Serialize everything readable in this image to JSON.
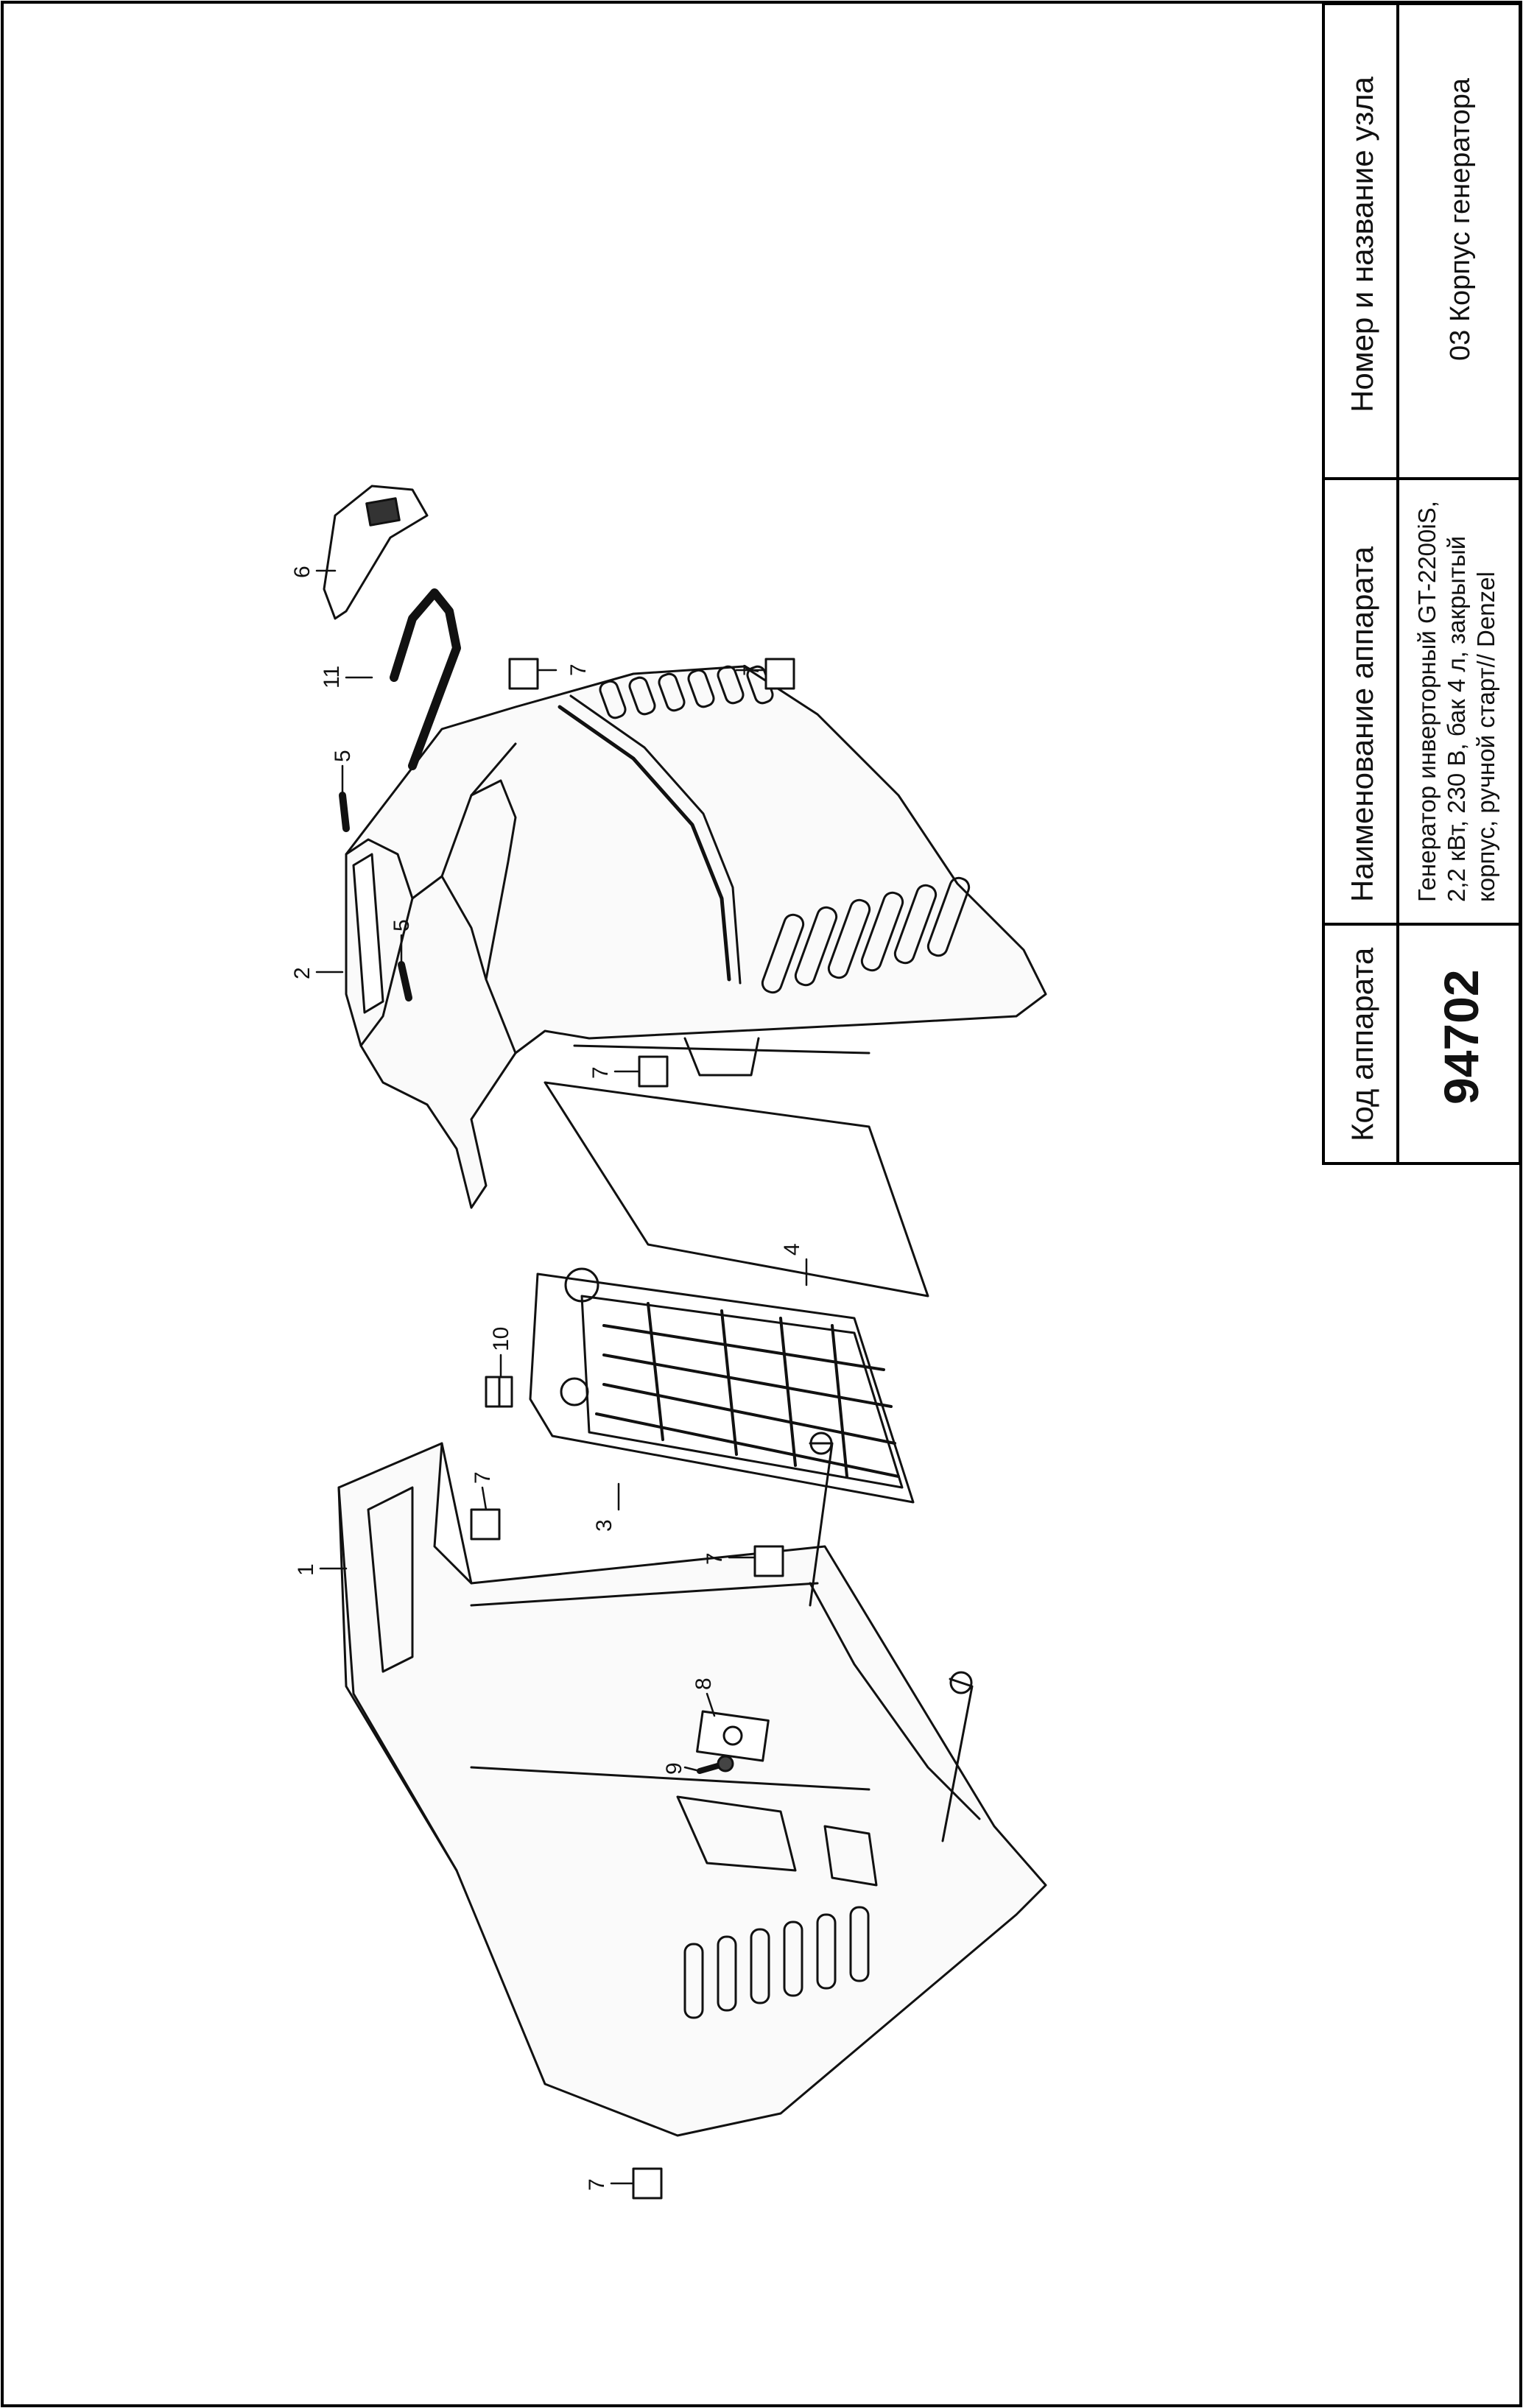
{
  "titleblock": {
    "code_header": "Код аппарата",
    "code_value": "94702",
    "name_header": "Наименование аппарата",
    "name_lines": [
      "Генератор инверторный GT-2200iS,",
      "2,2 кВт, 230 В, бак 4 л, закрытый",
      "корпус, ручной старт// Denzel"
    ],
    "node_header": "Номер и название узла",
    "node_value": "03 Корпус генератора"
  },
  "callouts": [
    {
      "id": "c1",
      "label": "1"
    },
    {
      "id": "c2",
      "label": "2"
    },
    {
      "id": "c3",
      "label": "3"
    },
    {
      "id": "c4",
      "label": "4"
    },
    {
      "id": "c5a",
      "label": "5"
    },
    {
      "id": "c5b",
      "label": "5"
    },
    {
      "id": "c6",
      "label": "6"
    },
    {
      "id": "c7a",
      "label": "7"
    },
    {
      "id": "c7b",
      "label": "7"
    },
    {
      "id": "c7c",
      "label": "7"
    },
    {
      "id": "c7d",
      "label": "7"
    },
    {
      "id": "c7e",
      "label": "7"
    },
    {
      "id": "c7f",
      "label": "7"
    },
    {
      "id": "c8",
      "label": "8"
    },
    {
      "id": "c9",
      "label": "9"
    },
    {
      "id": "c10",
      "label": "10"
    },
    {
      "id": "c11",
      "label": "11"
    }
  ]
}
